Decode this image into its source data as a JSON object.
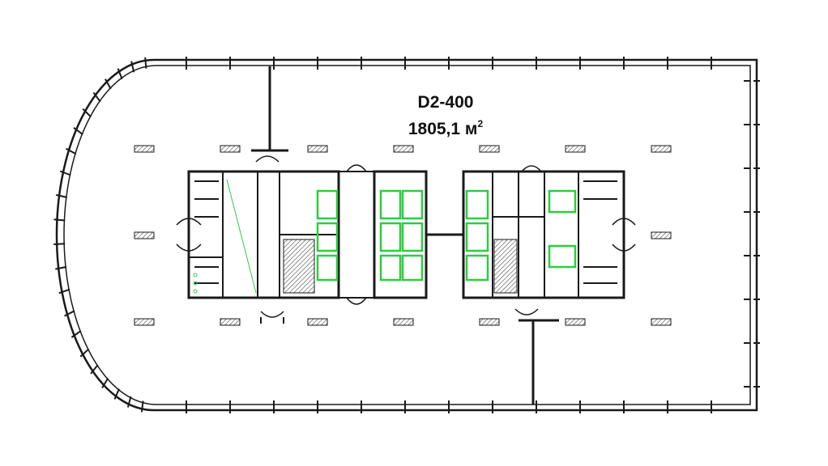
{
  "unit": {
    "id": "D2-400",
    "area_value": "1805,1",
    "area_unit": "м",
    "area_exponent": "2"
  },
  "colors": {
    "wall": "#1a1a1a",
    "hatch": "#555555",
    "highlight": "#2ecc40",
    "background": "#ffffff"
  }
}
